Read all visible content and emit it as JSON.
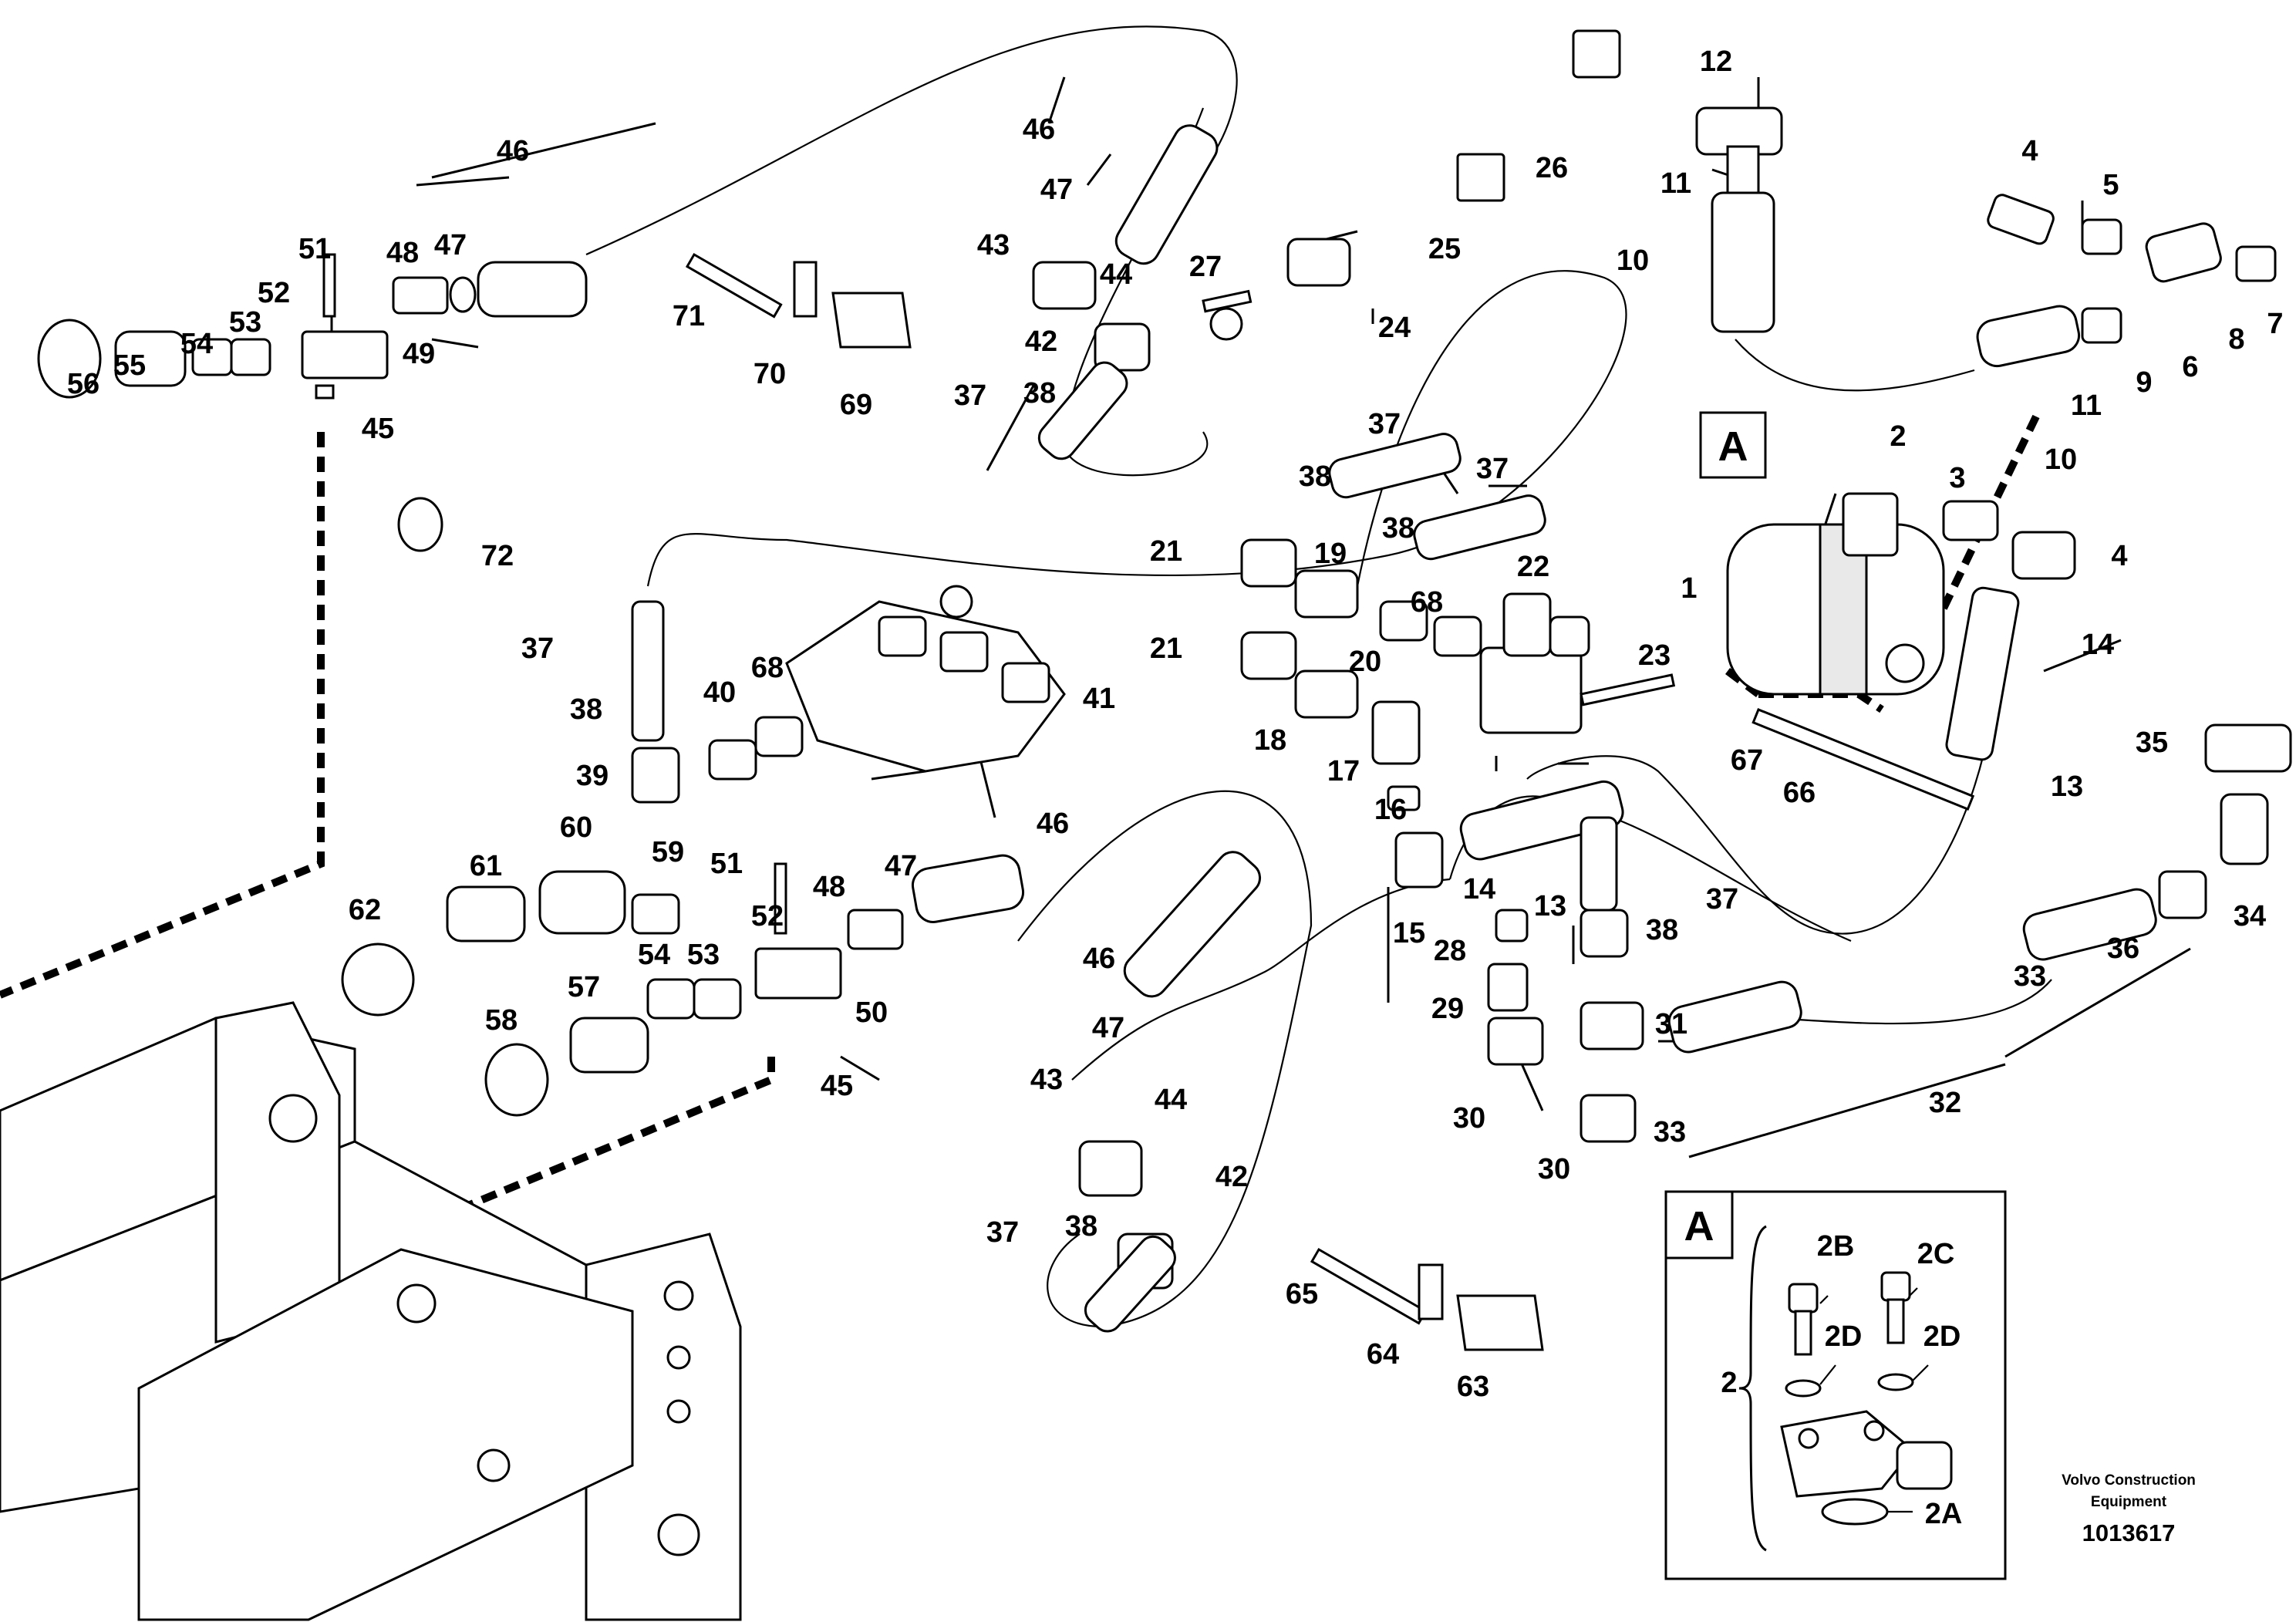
{
  "document": {
    "callouts": [
      "46",
      "51",
      "52",
      "48",
      "47",
      "53",
      "54",
      "55",
      "56",
      "49",
      "45",
      "71",
      "70",
      "69",
      "72",
      "46",
      "47",
      "43",
      "44",
      "42",
      "37",
      "38",
      "27",
      "24",
      "25",
      "26",
      "12",
      "11",
      "10",
      "4",
      "5",
      "6",
      "7",
      "8",
      "9",
      "11",
      "10",
      "2",
      "3",
      "4",
      "1",
      "14",
      "13",
      "67",
      "66",
      "37",
      "38",
      "21",
      "19",
      "37",
      "38",
      "21",
      "20",
      "68",
      "22",
      "23",
      "18",
      "17",
      "16",
      "15",
      "14",
      "13",
      "37",
      "38",
      "39",
      "40",
      "68",
      "41",
      "62",
      "61",
      "60",
      "59",
      "51",
      "52",
      "48",
      "47",
      "46",
      "54",
      "53",
      "50",
      "45",
      "58",
      "57",
      "46",
      "47",
      "43",
      "44",
      "42",
      "37",
      "38",
      "28",
      "29",
      "30",
      "38",
      "31",
      "37",
      "30",
      "33",
      "32",
      "33",
      "36",
      "34",
      "35",
      "65",
      "64",
      "63"
    ],
    "detail_letter": "A",
    "inset": {
      "letter": "A",
      "labels": [
        "2B",
        "2C",
        "2D",
        "2D",
        "2",
        "2A"
      ]
    },
    "credit": {
      "line1": "Volvo Construction",
      "line2": "Equipment",
      "number": "1013617"
    }
  }
}
